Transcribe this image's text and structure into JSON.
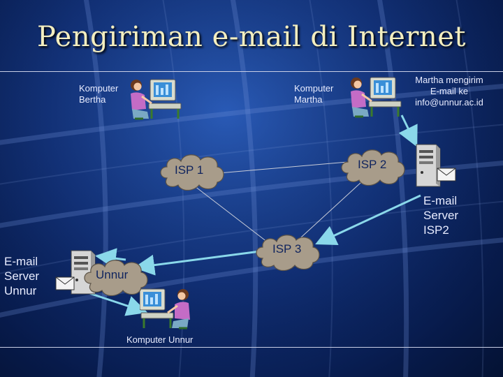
{
  "title": "Pengiriman e-mail di Internet",
  "nodes": {
    "komputer_bertha": "Komputer\nBertha",
    "komputer_martha": "Komputer\nMartha",
    "martha_note": "Martha mengirim\nE-mail ke\ninfo@unnur.ac.id",
    "isp1": "ISP 1",
    "isp2": "ISP 2",
    "isp3": "ISP 3",
    "unnur": "Unnur",
    "server_isp2": "E-mail\nServer\nISP2",
    "server_unnur": "E-mail\nServer\nUnnur",
    "komputer_unnur": "Komputer Unnur"
  },
  "icons": {
    "computer": "person-at-computer-icon",
    "server": "tower-server-icon",
    "mail": "envelope-icon",
    "cloud": "cloud-icon"
  },
  "colors": {
    "title": "#f3eec0",
    "cloud": "#a89c8a",
    "link": "#c8ccd8",
    "arrow": "#8ad8ea"
  }
}
